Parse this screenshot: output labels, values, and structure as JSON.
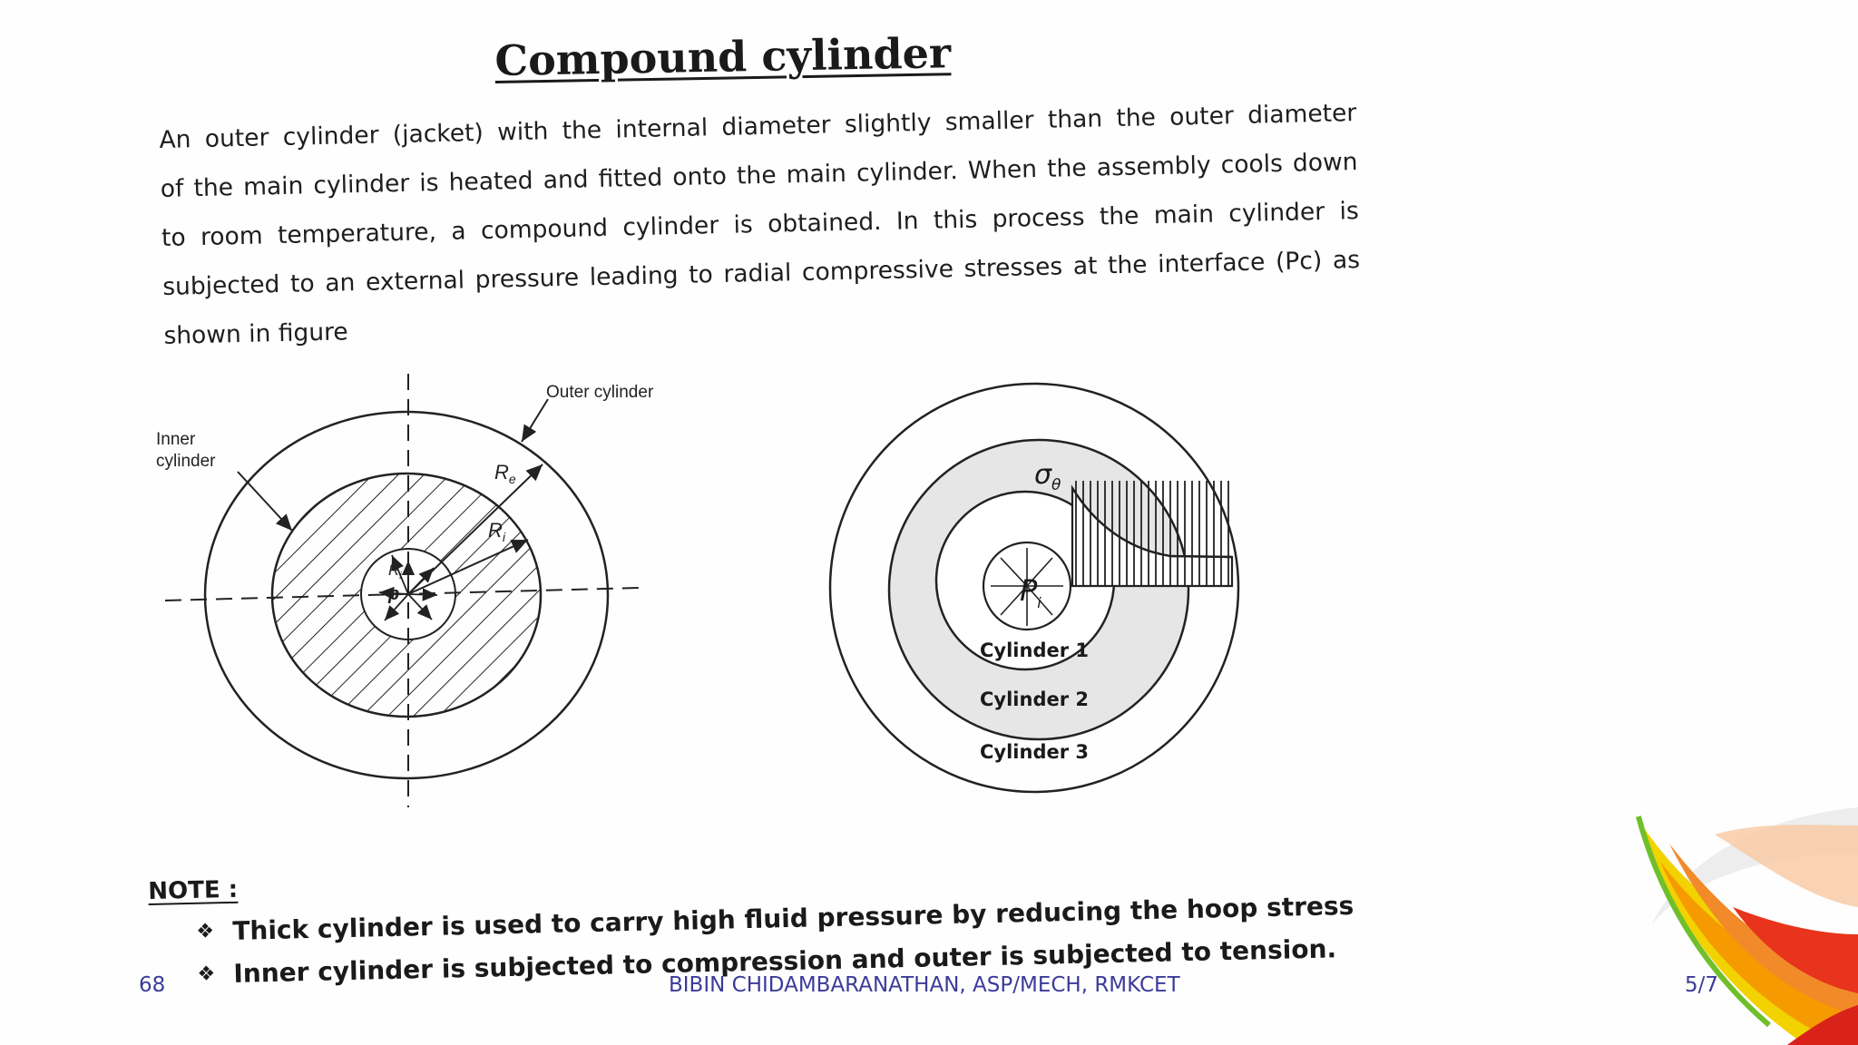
{
  "title": "Compound cylinder",
  "paragraph": [
    "An outer cylinder (jacket) with the internal diameter slightly smaller than the outer diameter",
    "of the main cylinder is heated and fitted onto the main cylinder. When the assembly cools down",
    "to room temperature, a compound cylinder is obtained. In this process the main cylinder is",
    "subjected to an external pressure leading to radial compressive stresses at the interface (Pc) as",
    "shown in figure"
  ],
  "figure_left": {
    "outer_label": "Outer cylinder",
    "inner_label_1": "Inner",
    "inner_label_2": "cylinder",
    "re": "R",
    "re_sub": "e",
    "ri": "R",
    "ri_sub": "i",
    "rc": "R",
    "rc_sub": "i",
    "p": "p"
  },
  "figure_right": {
    "sigma": "σ",
    "sigma_sub": "θ",
    "pi": "P",
    "pi_sub": "i",
    "cyl1": "Cylinder 1",
    "cyl2": "Cylinder 2",
    "cyl3": "Cylinder 3"
  },
  "note": {
    "title": "NOTE :",
    "bullets": [
      "Thick cylinder is used to carry high fluid pressure by reducing the hoop stress",
      "Inner cylinder is subjected to compression and outer is subjected to tension."
    ]
  },
  "footer": {
    "page": "68",
    "author": "BIBIN CHIDAMBARANATHAN, ASP/MECH, RMKCET",
    "date": "5/7"
  },
  "colors": {
    "footer_text": "#3b3b9a",
    "text": "#1e1e1e",
    "annulus_fill": "#e6e6e6"
  }
}
